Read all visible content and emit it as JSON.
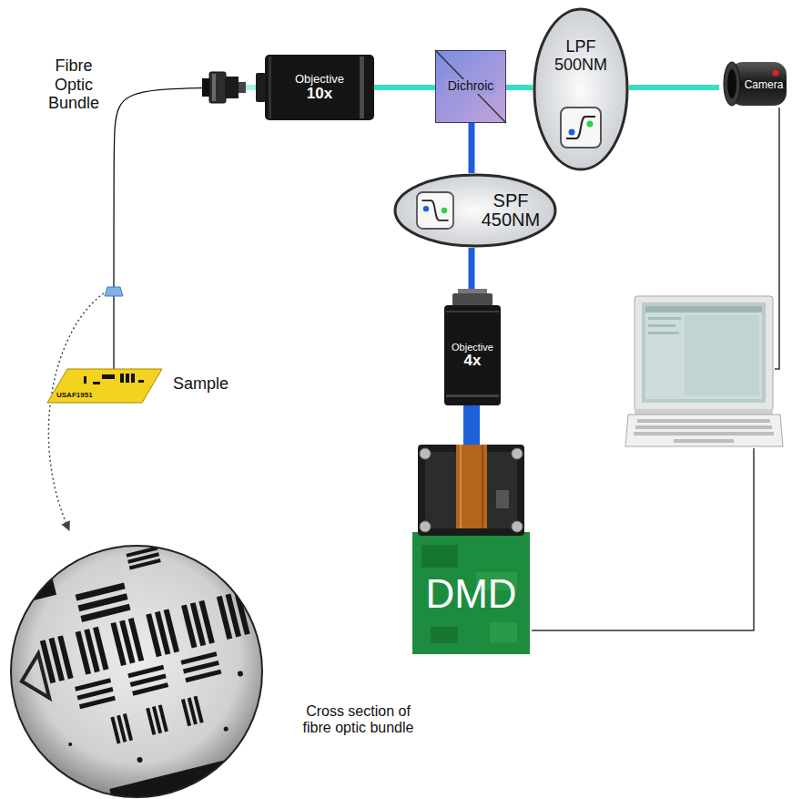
{
  "diagram": {
    "nodes": [
      {
        "text": [
          "Objective",
          "10x"
        ]
      },
      {
        "text": [
          "Dichroic"
        ]
      },
      {
        "text": [
          "LPF",
          "500NM"
        ]
      },
      {
        "text": [
          "Camera"
        ]
      },
      {
        "text": [
          "SPF",
          "450NM"
        ]
      },
      {
        "text": [
          "Objective",
          "4x"
        ]
      },
      {
        "text": [
          "USAF1951",
          "Sample"
        ]
      },
      {
        "text": [
          "DMD"
        ]
      }
    ],
    "edges": [
      {
        "from": 6,
        "to": 0,
        "arrow": "none"
      },
      {
        "from": 0,
        "to": 1,
        "arrow": "none"
      },
      {
        "from": 1,
        "to": 2,
        "arrow": "none"
      },
      {
        "from": 2,
        "to": 3,
        "arrow": "none"
      },
      {
        "from": 1,
        "to": 4,
        "arrow": "none"
      },
      {
        "from": 4,
        "to": 5,
        "arrow": "none"
      },
      {
        "from": 5,
        "to": 7,
        "arrow": "none"
      }
    ],
    "labels": [
      "Fibre Optic Bundle",
      "Cross section of fibre optic bundle"
    ]
  }
}
